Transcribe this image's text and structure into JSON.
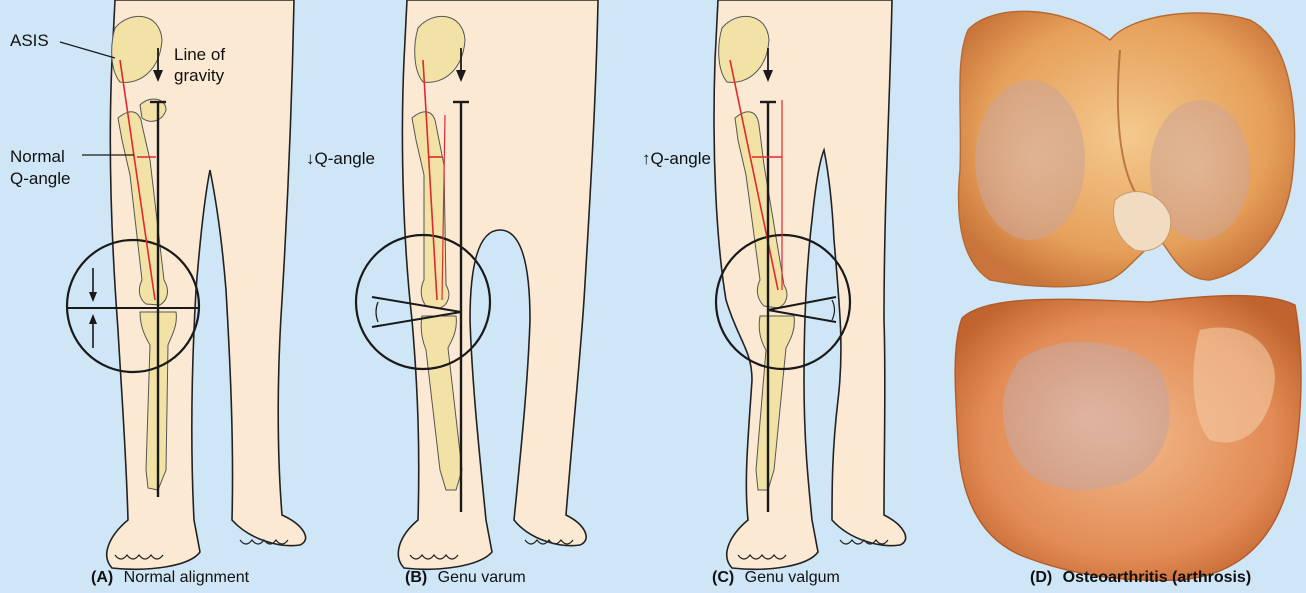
{
  "background": "#cfe6f7",
  "colors": {
    "skin": "#fbe9d3",
    "bone": "#f2e2a6",
    "q_line": "#e2282f",
    "gravity_line": "#1a1a1a"
  },
  "panels": [
    {
      "letter": "(A)",
      "caption": "Normal alignment"
    },
    {
      "letter": "(B)",
      "caption": "Genu varum"
    },
    {
      "letter": "(C)",
      "caption": "Genu valgum"
    },
    {
      "letter": "(D)",
      "caption": "Osteoarthritis (arthrosis)"
    }
  ],
  "labels": {
    "asis": "ASIS",
    "line_of_gravity_1": "Line of",
    "line_of_gravity_2": "gravity",
    "normal_q_1": "Normal",
    "normal_q_2": "Q-angle",
    "decreased_q": "↓Q-angle",
    "increased_q": "↑Q-angle"
  }
}
